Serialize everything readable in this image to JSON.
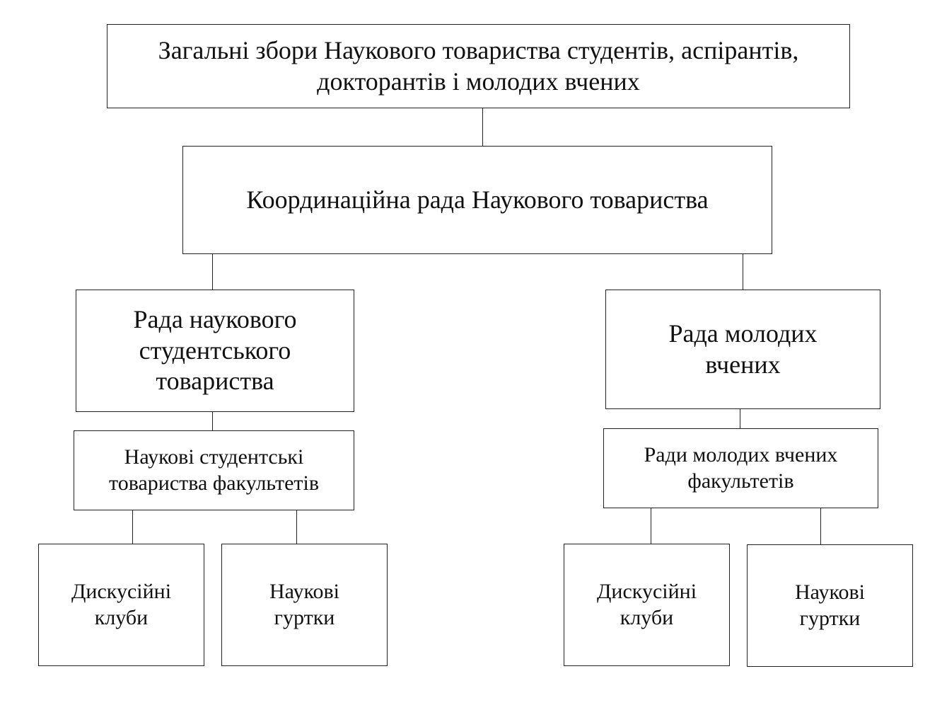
{
  "nodes": {
    "general_assembly": "Загальні збори Наукового товариства студентів, аспірантів, докторантів і молодих вчених",
    "coordination_council": "Координаційна рада Наукового товариства",
    "student_society_council": "Рада наукового студентського товариства",
    "young_scientists_council": "Рада молодих вчених",
    "faculty_student_societies": "Наукові студентські товариства факультетів",
    "faculty_young_scientists_councils": "Ради молодих вчених факультетів",
    "left_discussion_clubs": "Дискусійні клуби",
    "left_science_circles": "Наукові гуртки",
    "right_discussion_clubs": "Дискусійні клуби",
    "right_science_circles": "Наукові гуртки"
  }
}
